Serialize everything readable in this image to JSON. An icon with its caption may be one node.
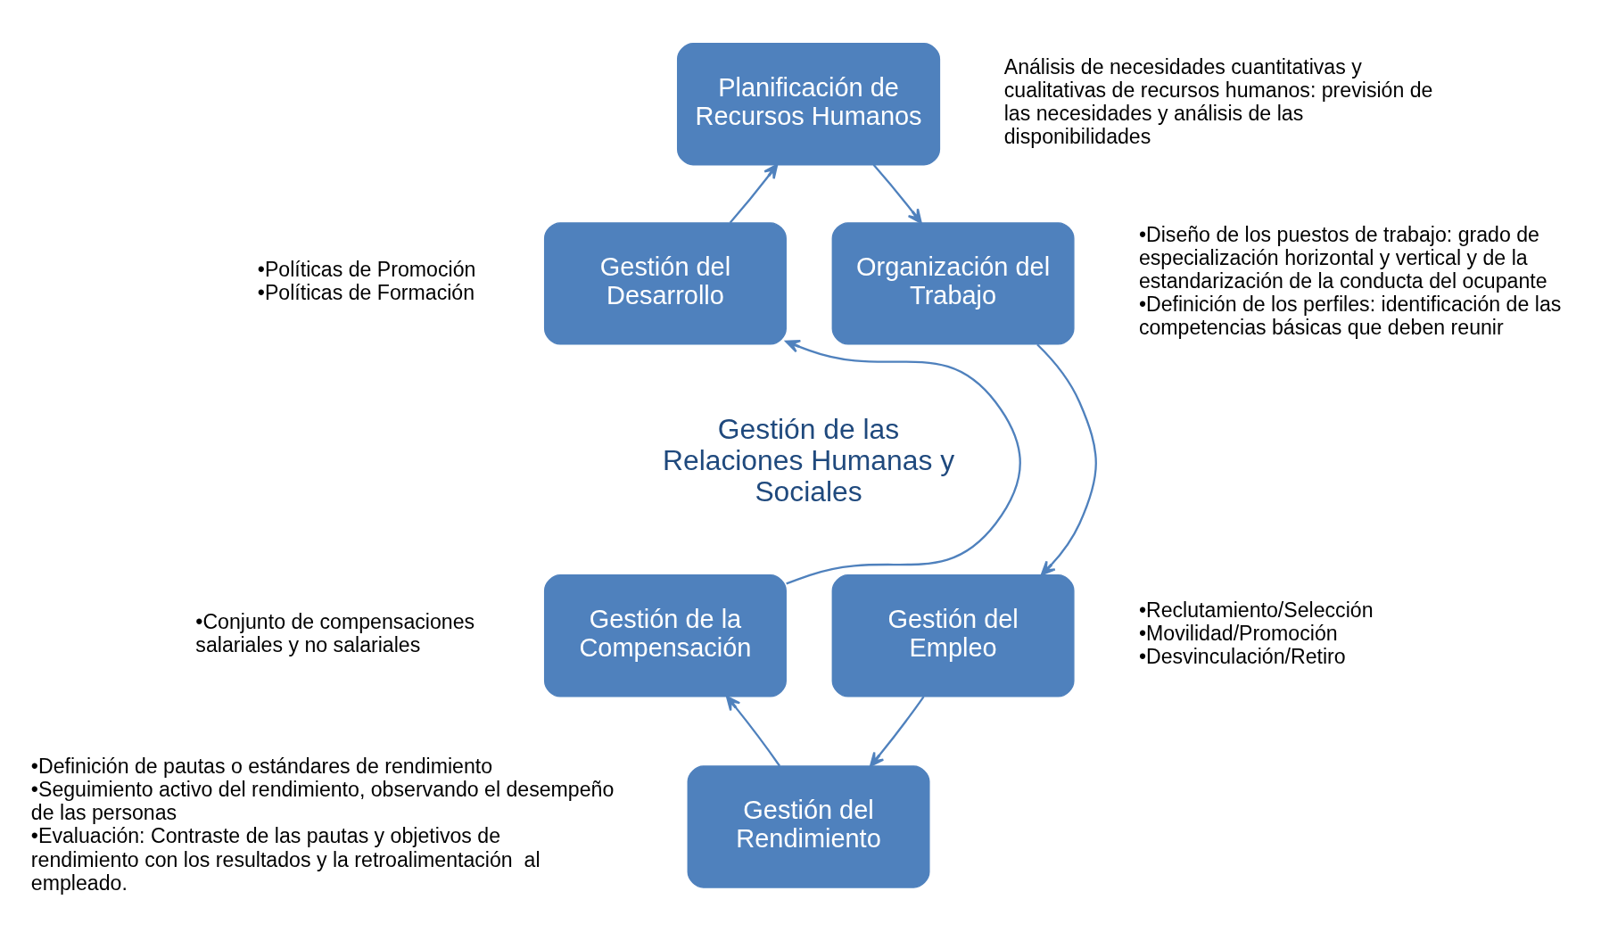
{
  "diagram": {
    "nodes": [
      {
        "text": [
          "Planificación de Recursos Humanos"
        ],
        "beside": [
          "Análisis de necesidades cuantitativas y cualitativas de recursos humanos: previsión de las necesidades y análisis de las disponibilidades"
        ]
      },
      {
        "text": [
          "Gestión del Desarrollo"
        ],
        "beside": [
          "•Políticas de Promoción",
          "•Políticas de Formación"
        ]
      },
      {
        "text": [
          "Organización del Trabajo"
        ],
        "beside": [
          "•Diseño de los puestos de trabajo: grado de especialización horizontal y vertical y de la estandarización de la conducta del ocupante",
          "•Definición de los perfiles: identificación de las competencias básicas que deben reunir"
        ]
      },
      {
        "text": [
          "Gestión de la Compensación"
        ],
        "beside": [
          "•Conjunto de compensaciones salariales y no salariales"
        ]
      },
      {
        "text": [
          "Gestión del Empleo"
        ],
        "beside": [
          "•Reclutamiento/Selección",
          "•Movilidad/Promoción",
          "•Desvinculación/Retiro"
        ]
      },
      {
        "text": [
          "Gestión del Rendimiento"
        ],
        "beside": [
          "•Definición de pautas o estándares de rendimiento",
          "•Seguimiento activo del rendimiento, observando el desempeño de las personas",
          "•Evaluación: Contraste de las pautas y objetivos de rendimiento con los resultados y la retroalimentación  al empleado."
        ]
      }
    ],
    "edges": [
      {
        "from": 0,
        "to": 2,
        "arrow": "to"
      },
      {
        "from": 2,
        "to": 4,
        "arrow": "to"
      },
      {
        "from": 4,
        "to": 5,
        "arrow": "to"
      },
      {
        "from": 5,
        "to": 3,
        "arrow": "to"
      },
      {
        "from": 3,
        "to": 1,
        "arrow": "to"
      },
      {
        "from": 1,
        "to": 0,
        "arrow": "to"
      }
    ],
    "labels": [
      "Gestión de las Relaciones Humanas y Sociales"
    ]
  }
}
